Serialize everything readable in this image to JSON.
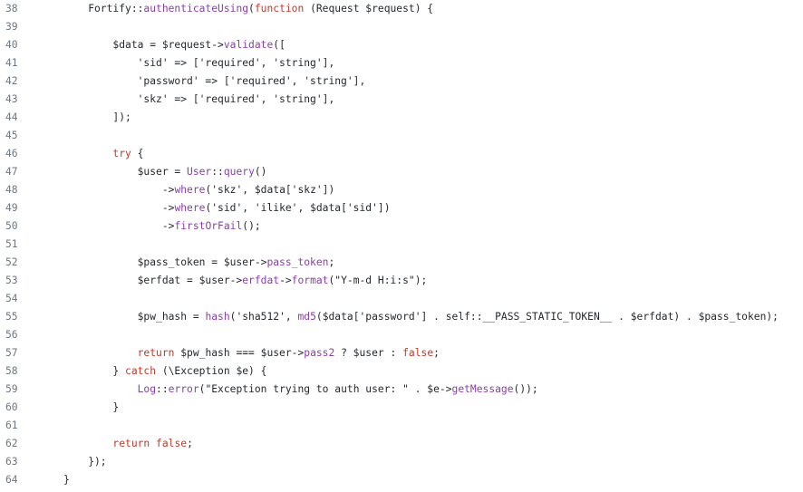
{
  "editor": {
    "colors": {
      "background": "#ffffff",
      "line_number": "#6e7781",
      "keyword": "#c0392b",
      "function": "#8a3ea8",
      "text": "#24292e"
    },
    "lines": [
      {
        "number": "38",
        "indent": 0,
        "tokens": [
          [
            "plain",
            "    Fortify::"
          ],
          [
            "fn",
            "authenticateUsing"
          ],
          [
            "plain",
            "("
          ],
          [
            "kw",
            "function"
          ],
          [
            "plain",
            " (Request $request) {"
          ]
        ]
      },
      {
        "number": "39",
        "indent": 0,
        "tokens": []
      },
      {
        "number": "40",
        "indent": 0,
        "tokens": [
          [
            "plain",
            "        $data = $request->"
          ],
          [
            "fn",
            "validate"
          ],
          [
            "plain",
            "(["
          ]
        ]
      },
      {
        "number": "41",
        "indent": 0,
        "tokens": [
          [
            "plain",
            "            'sid' => ['required', 'string'],"
          ]
        ]
      },
      {
        "number": "42",
        "indent": 0,
        "tokens": [
          [
            "plain",
            "            'password' => ['required', 'string'],"
          ]
        ]
      },
      {
        "number": "43",
        "indent": 0,
        "tokens": [
          [
            "plain",
            "            'skz' => ['required', 'string'],"
          ]
        ]
      },
      {
        "number": "44",
        "indent": 0,
        "tokens": [
          [
            "plain",
            "        ]);"
          ]
        ]
      },
      {
        "number": "45",
        "indent": 0,
        "tokens": []
      },
      {
        "number": "46",
        "indent": 0,
        "tokens": [
          [
            "plain",
            "        "
          ],
          [
            "kw",
            "try"
          ],
          [
            "plain",
            " {"
          ]
        ]
      },
      {
        "number": "47",
        "indent": 0,
        "tokens": [
          [
            "plain",
            "            $user = "
          ],
          [
            "fn",
            "User"
          ],
          [
            "plain",
            "::"
          ],
          [
            "fn",
            "query"
          ],
          [
            "plain",
            "()"
          ]
        ]
      },
      {
        "number": "48",
        "indent": 0,
        "tokens": [
          [
            "plain",
            "                ->"
          ],
          [
            "fn",
            "where"
          ],
          [
            "plain",
            "('skz', $data['skz'])"
          ]
        ]
      },
      {
        "number": "49",
        "indent": 0,
        "tokens": [
          [
            "plain",
            "                ->"
          ],
          [
            "fn",
            "where"
          ],
          [
            "plain",
            "('sid', 'ilike', $data['sid'])"
          ]
        ]
      },
      {
        "number": "50",
        "indent": 0,
        "tokens": [
          [
            "plain",
            "                ->"
          ],
          [
            "fn",
            "firstOrFail"
          ],
          [
            "plain",
            "();"
          ]
        ]
      },
      {
        "number": "51",
        "indent": 0,
        "tokens": []
      },
      {
        "number": "52",
        "indent": 0,
        "tokens": [
          [
            "plain",
            "            $pass_token = $user->"
          ],
          [
            "fn",
            "pass_token"
          ],
          [
            "plain",
            ";"
          ]
        ]
      },
      {
        "number": "53",
        "indent": 0,
        "tokens": [
          [
            "plain",
            "            $erfdat = $user->"
          ],
          [
            "fn",
            "erfdat"
          ],
          [
            "plain",
            "->"
          ],
          [
            "fn",
            "format"
          ],
          [
            "plain",
            "(\"Y-m-d H:i:s\");"
          ]
        ]
      },
      {
        "number": "54",
        "indent": 0,
        "tokens": []
      },
      {
        "number": "55",
        "indent": 0,
        "tokens": [
          [
            "plain",
            "            $pw_hash = "
          ],
          [
            "fn",
            "hash"
          ],
          [
            "plain",
            "('sha512', "
          ],
          [
            "fn",
            "md5"
          ],
          [
            "plain",
            "($data['password'] . self::__PASS_STATIC_TOKEN__ . $erfdat) . $pass_token);"
          ]
        ]
      },
      {
        "number": "56",
        "indent": 0,
        "tokens": []
      },
      {
        "number": "57",
        "indent": 0,
        "tokens": [
          [
            "plain",
            "            "
          ],
          [
            "kw",
            "return"
          ],
          [
            "plain",
            " $pw_hash === $user->"
          ],
          [
            "fn",
            "pass2"
          ],
          [
            "plain",
            " ? $user : "
          ],
          [
            "kw",
            "false"
          ],
          [
            "plain",
            ";"
          ]
        ]
      },
      {
        "number": "58",
        "indent": 0,
        "tokens": [
          [
            "plain",
            "        } "
          ],
          [
            "kw",
            "catch"
          ],
          [
            "plain",
            " (\\Exception $e) {"
          ]
        ]
      },
      {
        "number": "59",
        "indent": 0,
        "tokens": [
          [
            "plain",
            "            "
          ],
          [
            "fn",
            "Log"
          ],
          [
            "plain",
            "::"
          ],
          [
            "fn",
            "error"
          ],
          [
            "plain",
            "(\"Exception trying to auth user: \" . $e->"
          ],
          [
            "fn",
            "getMessage"
          ],
          [
            "plain",
            "());"
          ]
        ]
      },
      {
        "number": "60",
        "indent": 0,
        "tokens": [
          [
            "plain",
            "        }"
          ]
        ]
      },
      {
        "number": "61",
        "indent": 0,
        "tokens": []
      },
      {
        "number": "62",
        "indent": 0,
        "tokens": [
          [
            "plain",
            "        "
          ],
          [
            "kw",
            "return"
          ],
          [
            "plain",
            " "
          ],
          [
            "kw",
            "false"
          ],
          [
            "plain",
            ";"
          ]
        ]
      },
      {
        "number": "63",
        "indent": 0,
        "tokens": [
          [
            "plain",
            "    });"
          ]
        ]
      },
      {
        "number": "64",
        "indent": 0,
        "tokens": [
          [
            "plain",
            "}"
          ]
        ]
      }
    ]
  }
}
